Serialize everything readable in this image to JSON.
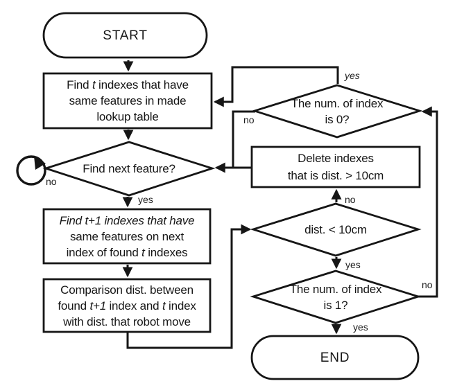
{
  "nodes": {
    "start": "START",
    "find_t": {
      "l1a": "Find ",
      "l1b": "t",
      "l1c": " indexes that have",
      "l2": "same features in made",
      "l3": "lookup table"
    },
    "find_next": "Find next feature?",
    "find_t1": {
      "l1": "Find t+1 indexes that have",
      "l2": "same features on next",
      "l3a": "index of found ",
      "l3b": "t",
      "l3c": " indexes"
    },
    "comparison": {
      "l1": "Comparison dist. between",
      "l2a": "found ",
      "l2b": "t+1",
      "l2c": " index and ",
      "l2d": "t",
      "l2e": " index",
      "l3": "with dist. that robot move"
    },
    "num0": {
      "l1": "The num. of index",
      "l2": "is 0?"
    },
    "delete": {
      "l1": "Delete indexes",
      "l2": "that is dist. > 10cm"
    },
    "dist": "dist. < 10cm",
    "num1": {
      "l1": "The num. of index",
      "l2": "is 1?"
    },
    "end": "END"
  },
  "edge_labels": {
    "find_next_yes": "yes",
    "find_next_no": "no",
    "num0_yes": "yes",
    "num0_no": "no",
    "delete_in_no": "no",
    "dist_yes": "yes",
    "num1_yes": "yes",
    "num1_no": "no"
  },
  "colors": {
    "ink": "#161616",
    "background": "#ffffff"
  }
}
